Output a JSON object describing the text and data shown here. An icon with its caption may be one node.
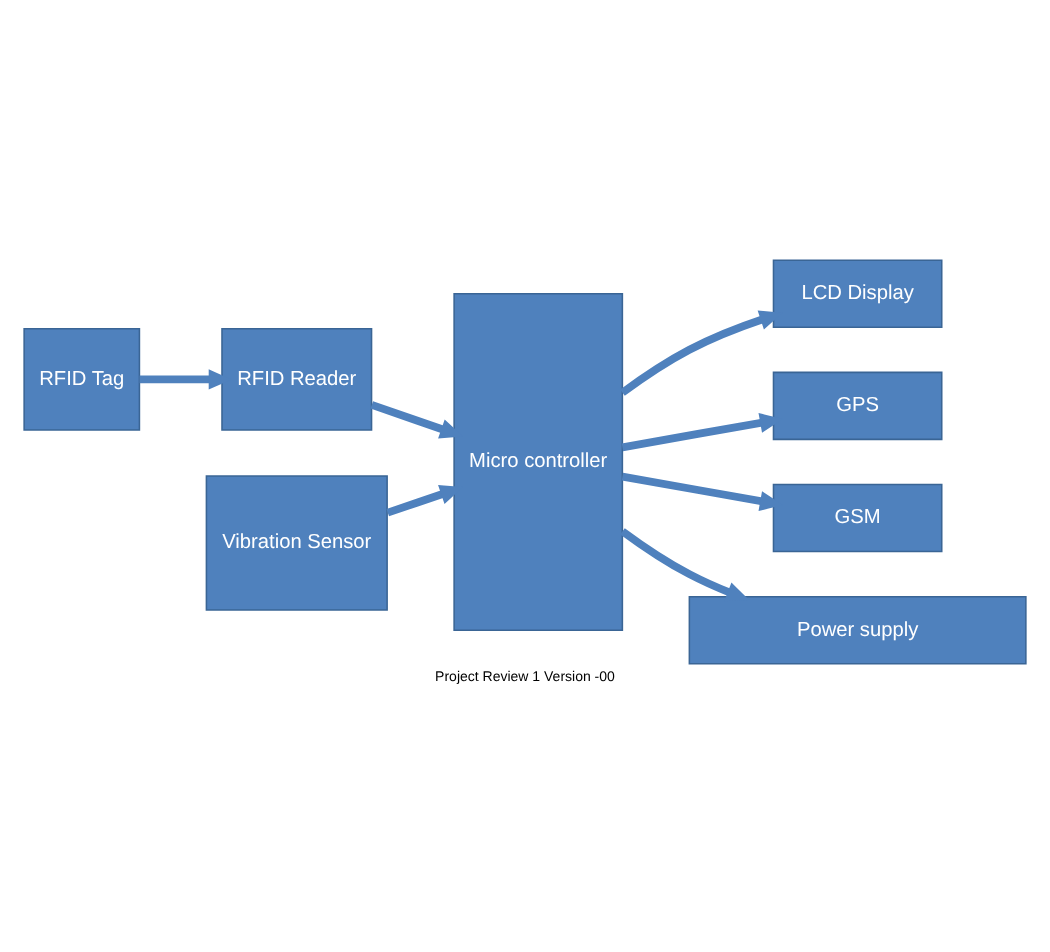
{
  "diagram": {
    "caption": "Project Review 1 Version -00",
    "nodes": [
      {
        "text": [
          "RFID Tag"
        ]
      },
      {
        "text": [
          "RFID Reader"
        ]
      },
      {
        "text": [
          "Vibration Sensor"
        ]
      },
      {
        "text": [
          "Micro controller"
        ]
      },
      {
        "text": [
          "LCD Display"
        ]
      },
      {
        "text": [
          "GPS"
        ]
      },
      {
        "text": [
          "GSM"
        ]
      },
      {
        "text": [
          "Power supply"
        ]
      }
    ],
    "edges": [
      {
        "from": 0,
        "to": 1,
        "arrow": "to"
      },
      {
        "from": 1,
        "to": 3,
        "arrow": "to"
      },
      {
        "from": 2,
        "to": 3,
        "arrow": "to"
      },
      {
        "from": 3,
        "to": 4,
        "arrow": "to"
      },
      {
        "from": 3,
        "to": 5,
        "arrow": "to"
      },
      {
        "from": 3,
        "to": 6,
        "arrow": "to"
      },
      {
        "from": 3,
        "to": 7,
        "arrow": "to"
      }
    ]
  }
}
